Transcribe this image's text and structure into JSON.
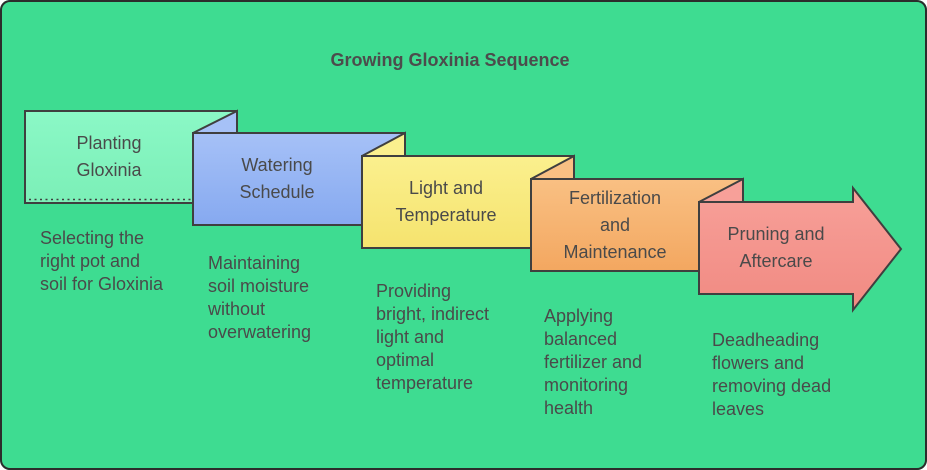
{
  "diagram": {
    "title": "Growing Gloxinia Sequence",
    "background_color": "#3EDC91",
    "stroke_color": "#3F3F3F",
    "text_color": "#4A4A4A",
    "steps": [
      {
        "label": "Planting\nGloxinia",
        "description": "Selecting the\nright pot and\nsoil for Gloxinia",
        "color": "#82F6C0"
      },
      {
        "label": "Watering\nSchedule",
        "description": "Maintaining\nsoil moisture\nwithout\noverwatering",
        "color": "#94B6F2"
      },
      {
        "label": "Light and\nTemperature",
        "description": "Providing\nbright, indirect\nlight and\noptimal\ntemperature",
        "color": "#F8E97A"
      },
      {
        "label": "Fertilization\nand\nMaintenance",
        "description": "Applying\nbalanced\nfertilizer and\nmonitoring\nhealth",
        "color": "#F6B26E"
      },
      {
        "label": "Pruning and\nAftercare",
        "description": "Deadheading\nflowers and\nremoving dead\nleaves",
        "color": "#F4938C"
      }
    ]
  }
}
